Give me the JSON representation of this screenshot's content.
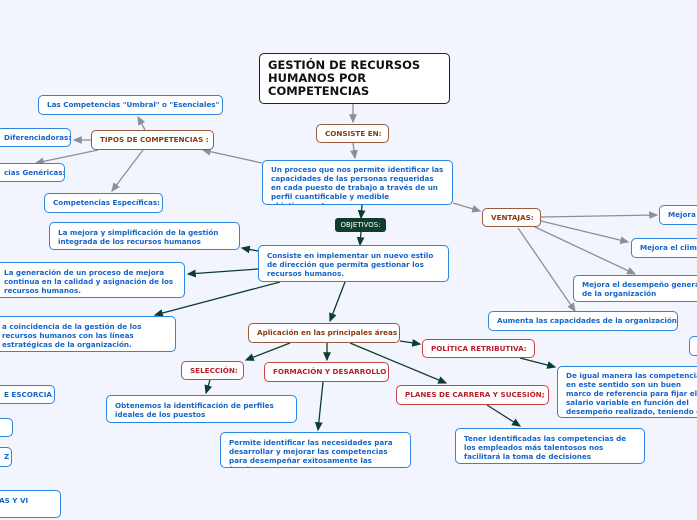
{
  "title": "GESTIÓN DE RECURSOS HUMANOS POR COMPETENCIAS",
  "consiste_en": "CONSISTE EN:",
  "proceso": "Un proceso que nos permite identificar las capacidades de las personas requeridas en cada puesto de trabajo a través de un perfil cuantificable y medible objetivamente.",
  "tipos": {
    "label": "TIPOS DE COMPETENCIAS :",
    "umbral": "Las Competencias \"Umbral\" o \"Esenciales\"",
    "diferenciadoras": "Diferenciadoras:",
    "genericas": "cias Genéricas:",
    "especificas": "Competencias Específicas:"
  },
  "objetivos": {
    "label": "OBJETIVOS:",
    "implementar": "Consiste en implementar un nuevo estilo de dirección  que permita gestionar los recursos humanos.",
    "simplificacion": "La mejora y simplificación de la gestión integrada de los recursos humanos",
    "generacion": "La generación de un proceso de mejora continua en la calidad y asignación de los recursos humanos.",
    "coincidencia": "a coincidencia de la gestión de los recursos humanos con las líneas estratégicas de la organización."
  },
  "aplicacion": {
    "label": "Aplicación en las principales áreas",
    "seleccion": "SELECCIÓN:",
    "seleccion_text": "Obtenemos la identificación de perfiles ideales de los puestos",
    "formacion": "FORMACIÓN Y DESARROLLO",
    "formacion_text": "Permite identificar las necesidades para desarrollar y mejorar las competencias para desempeñar exitosamente las funciones",
    "politica": "POLÍTICA RETRIBUTIVA:",
    "politica_text": "De igual manera las competencias en este sentido son un buen marco de referencia para fijar el salario variable en función del desempeño realizado, teniendo en cuenta los resultados obtenidos.",
    "planes": "PLANES DE CARRERA Y SUCESIÓN;",
    "planes_text": "Tener identificadas las competencias de los empleados más talentosos  nos facilitará la toma de decisiones"
  },
  "ventajas": {
    "label": "VENTAJAS:",
    "items": [
      "Mejora",
      "Mejora el clima",
      "Mejora el desempeño general de la organización",
      "Aumenta las capacidades de la organización"
    ]
  },
  "left_partial": [
    "E ESCORCIA",
    "",
    "Z",
    "AS Y VI"
  ],
  "colors": {
    "bg": "#f2f5fd",
    "blue": "#2a86e0",
    "brown": "#9b5a3a",
    "red": "#c8414b",
    "green": "#0d3d2e"
  }
}
